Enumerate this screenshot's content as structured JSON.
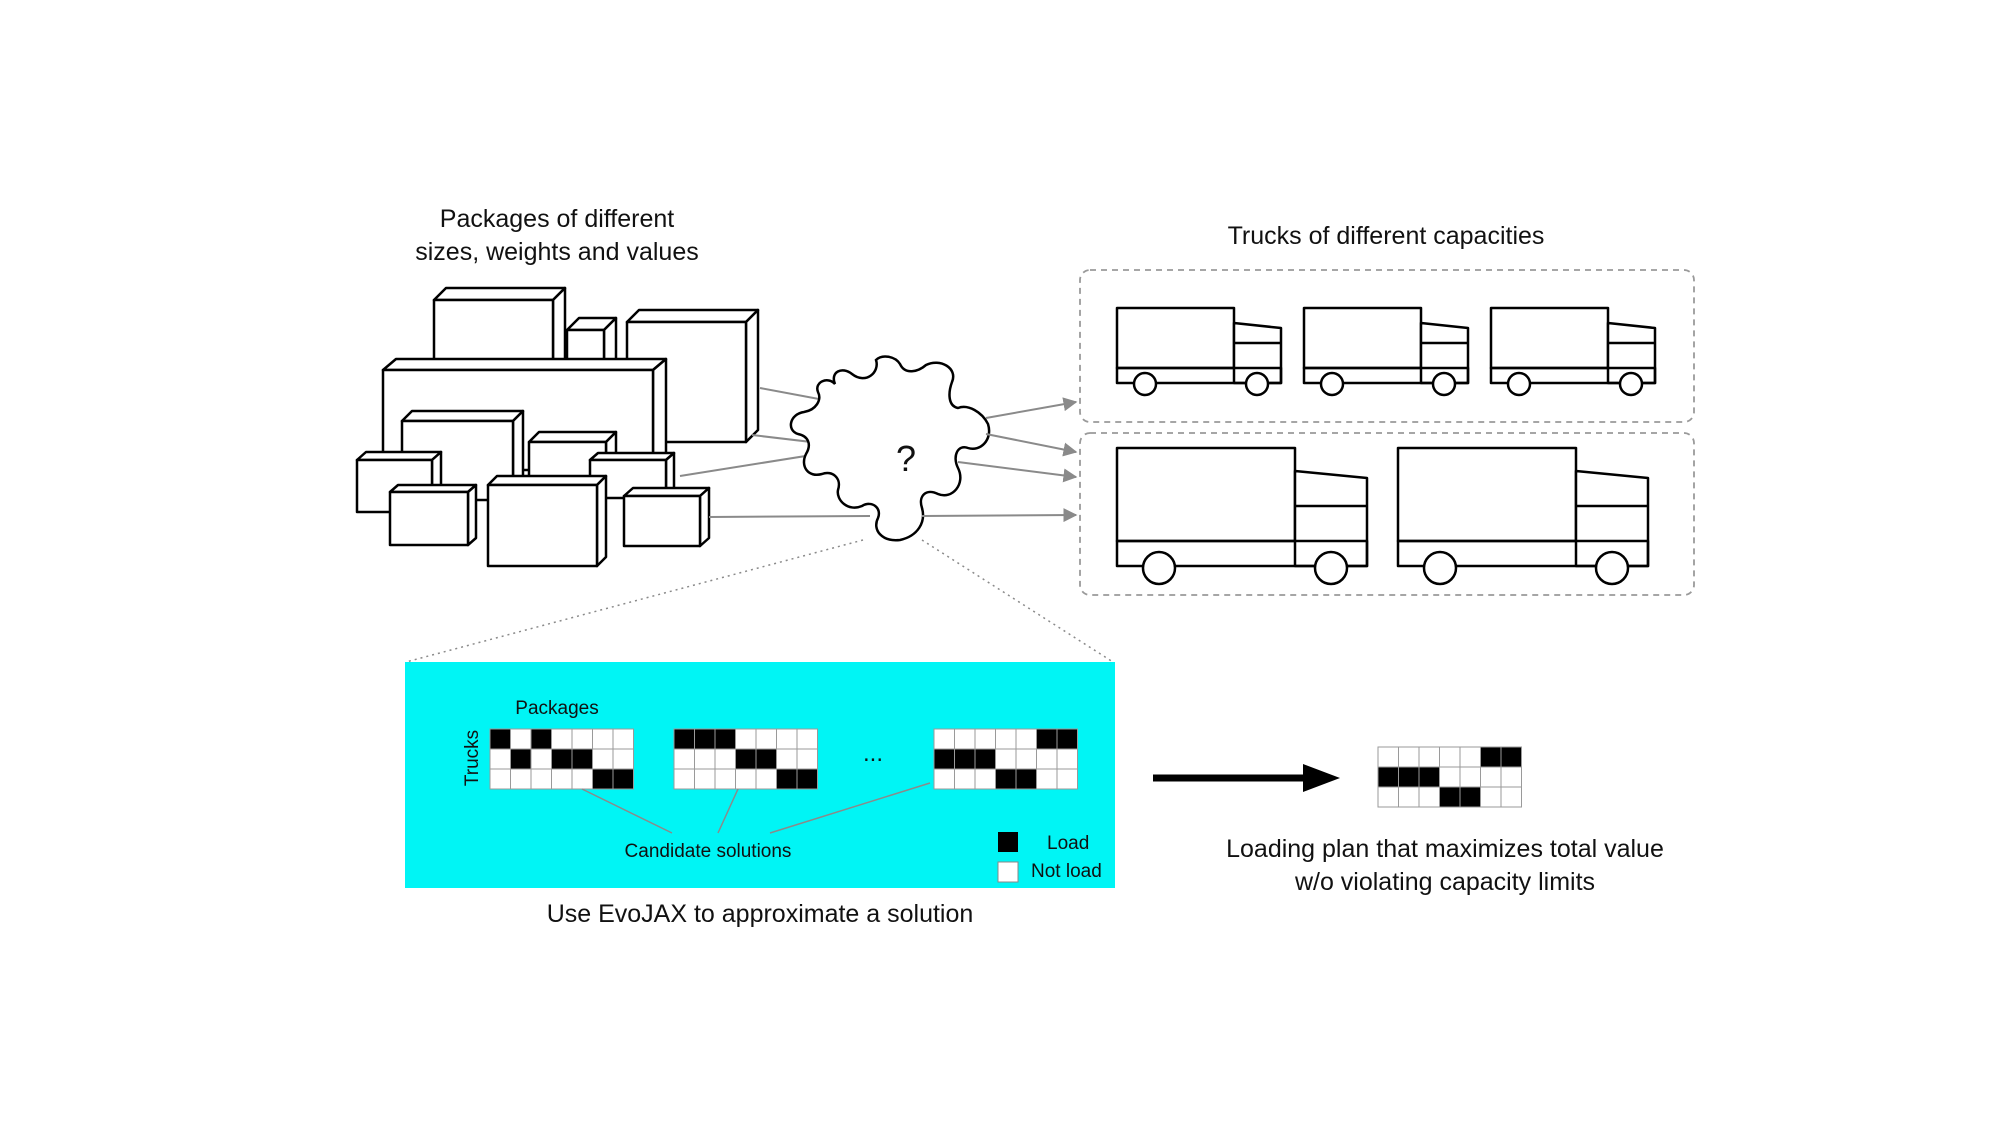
{
  "packages_caption": [
    "Packages of different",
    "sizes, weights and values"
  ],
  "trucks_caption": "Trucks of different capacities",
  "puzzle_symbol": "?",
  "evojax": {
    "packages_label": "Packages",
    "trucks_label": "Trucks",
    "ellipsis": "...",
    "candidates_label": "Candidate solutions",
    "caption": "Use EvoJAX to approximate a solution",
    "box_color": "#00f5f5",
    "grids": [
      [
        [
          1,
          0,
          1,
          0,
          0,
          0,
          0
        ],
        [
          0,
          1,
          0,
          1,
          1,
          0,
          0
        ],
        [
          0,
          0,
          0,
          0,
          0,
          1,
          1
        ]
      ],
      [
        [
          1,
          1,
          1,
          0,
          0,
          0,
          0
        ],
        [
          0,
          0,
          0,
          1,
          1,
          0,
          0
        ],
        [
          0,
          0,
          0,
          0,
          0,
          1,
          1
        ]
      ],
      [
        [
          0,
          0,
          0,
          0,
          0,
          1,
          1
        ],
        [
          1,
          1,
          1,
          0,
          0,
          0,
          0
        ],
        [
          0,
          0,
          0,
          1,
          1,
          0,
          0
        ]
      ]
    ]
  },
  "legend": {
    "load": "Load",
    "not_load": "Not load"
  },
  "result": {
    "caption": [
      "Loading plan that maximizes total value",
      "w/o violating capacity limits"
    ],
    "grid": [
      [
        0,
        0,
        0,
        0,
        0,
        1,
        1
      ],
      [
        1,
        1,
        1,
        0,
        0,
        0,
        0
      ],
      [
        0,
        0,
        0,
        1,
        1,
        0,
        0
      ]
    ]
  }
}
